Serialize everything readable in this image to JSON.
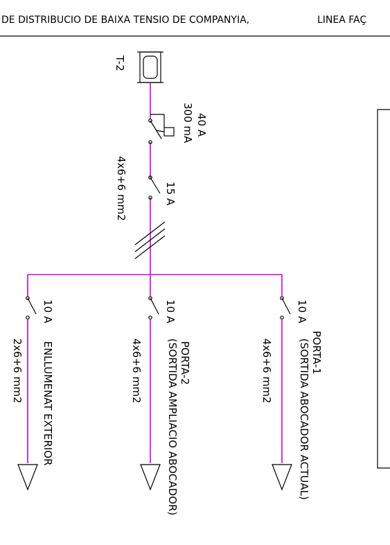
{
  "header": {
    "text": "DE DISTRIBUCIO DE BAIXA TENSIO DE COMPANYIA,",
    "text2": "LINEA FAÇ"
  },
  "transformer": {
    "label": "T-2"
  },
  "main_breaker": {
    "rating": "40 A",
    "sensitivity": "300 mA"
  },
  "feeder": {
    "switch": "15 A",
    "cable": "4x6+6  mm2"
  },
  "circuits": [
    {
      "rating": "10 A",
      "cable": "2x6+6  mm2",
      "name": "ENLLUMENAT EXTERIOR",
      "desc": ""
    },
    {
      "rating": "10 A",
      "cable": "4x6+6  mm2",
      "name": "PORTA-2",
      "desc": "(SORTIDA AMPLIACIO ABOCADOR)"
    },
    {
      "rating": "10 A",
      "cable": "4x6+6  mm2",
      "name": "PORTA-1",
      "desc": "(SORTIDA ABOCADOR ACTUAL)"
    }
  ],
  "colors": {
    "wire": "#cc00cc",
    "line": "#000000"
  }
}
